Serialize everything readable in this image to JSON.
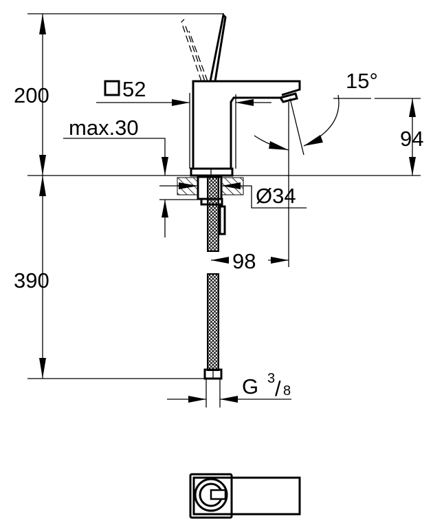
{
  "drawing": {
    "dimensions": {
      "total_height_above": "200",
      "below_counter": "390",
      "body_square_size": "52",
      "max_counter_thickness": "max.30",
      "spout_angle": "15°",
      "spout_height": "94",
      "hole_diameter": "Ø34",
      "spout_reach": "98",
      "connection_thread_letter": "G",
      "connection_thread_numerator": "3",
      "connection_thread_slash": "/",
      "connection_thread_denominator": "8"
    },
    "colors": {
      "line": "#000000",
      "background": "#ffffff"
    }
  }
}
